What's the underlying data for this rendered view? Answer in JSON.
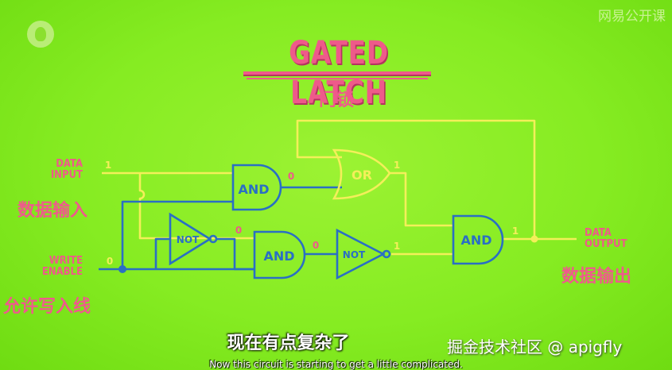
{
  "watermark": "网易公开课",
  "title": "GATED LATCH",
  "title_cn": "门锁",
  "inputs": {
    "data_input_line1": "DATA",
    "data_input_line2": "INPUT",
    "data_input_cn": "数据输入",
    "write_enable_line1": "WRITE",
    "write_enable_line2": "ENABLE",
    "write_enable_cn": "允许写入线"
  },
  "outputs": {
    "data_output_line1": "DATA",
    "data_output_line2": "OUTPUT",
    "data_output_cn": "数据输出"
  },
  "gates": {
    "and_top": "AND",
    "or": "OR",
    "not_left": "NOT",
    "and_middle": "AND",
    "not_right": "NOT",
    "and_output": "AND"
  },
  "signals": {
    "data_input": "1",
    "write_enable": "0",
    "and_top_out": "0",
    "or_out": "1",
    "not_left_out": "0",
    "and_middle_out": "0",
    "not_right_out": "1",
    "data_output": "1"
  },
  "colors": {
    "background": "#86ec22",
    "wire_active": "#f3ef5a",
    "wire_inactive": "#2a6fc4",
    "accent_pink": "#ee5a8a",
    "signal_text": "#f3ef5a"
  },
  "captions": {
    "chinese": "现在有点复杂了",
    "english": "Now this circuit is starting to get a little complicated.",
    "credit": "掘金技术社区 @ apigfly"
  }
}
